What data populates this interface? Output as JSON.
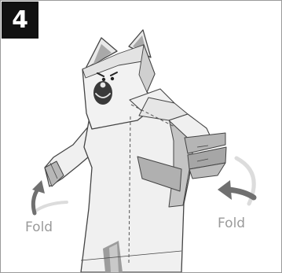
{
  "step": {
    "number": "4"
  },
  "labels": {
    "left_fold": "Fold",
    "right_fold": "Fold"
  },
  "icons": {
    "left_arrow": "curved-arrow-up-icon",
    "right_arrow": "curved-arrow-left-icon"
  },
  "colors": {
    "paper": "#f0f0f0",
    "shade": "#b7b7b7",
    "dark_shade": "#8f8f8f",
    "outline": "#444444",
    "arrow_dark": "#707070",
    "arrow_light": "#dcdcdc",
    "label": "#9a9a9a"
  }
}
